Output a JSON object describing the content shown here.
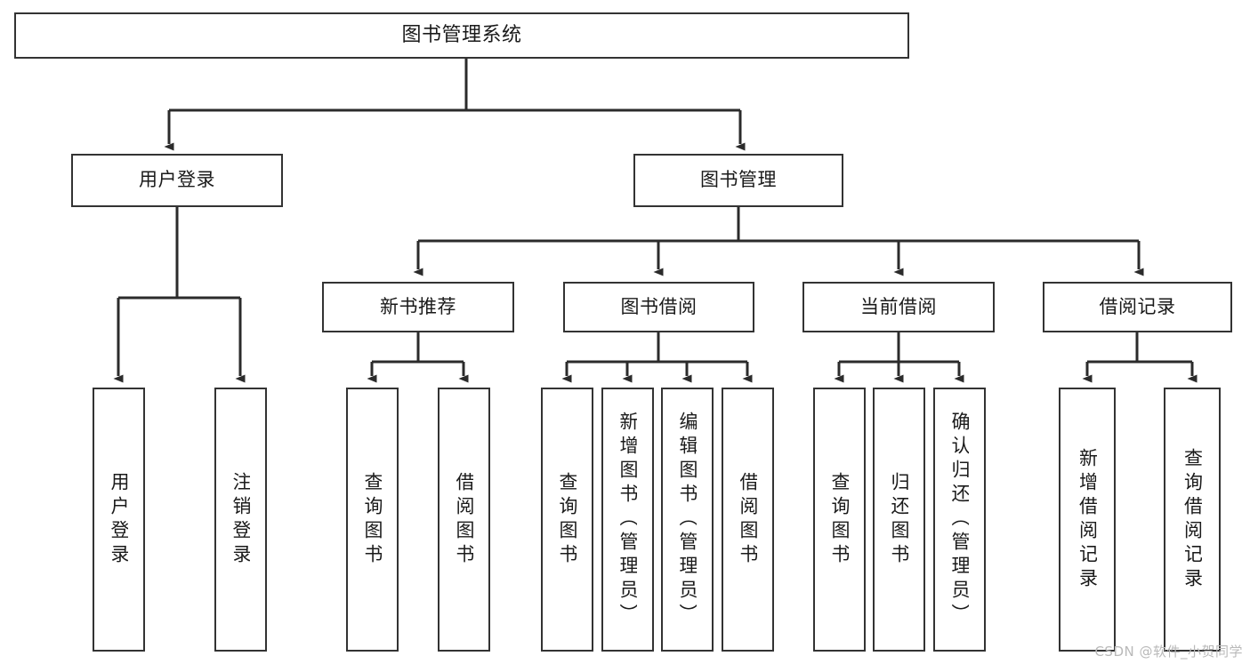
{
  "diagram": {
    "title": "图书管理系统",
    "type": "tree-hierarchy-chart",
    "colors": {
      "box_border": "#333333",
      "box_fill": "#ffffff",
      "edge": "#2b2b2b",
      "text": "#1a1a1a",
      "watermark": "#b9b9b9"
    },
    "watermark": "CSDN @软件_小贺同学",
    "root": {
      "label": "图书管理系统"
    },
    "level2": [
      {
        "id": "user-login",
        "label": "用户登录"
      },
      {
        "id": "book-management",
        "label": "图书管理"
      }
    ],
    "level3": [
      {
        "id": "new-book-recommend",
        "label": "新书推荐",
        "parent": "book-management"
      },
      {
        "id": "book-borrow",
        "label": "图书借阅",
        "parent": "book-management"
      },
      {
        "id": "current-borrow",
        "label": "当前借阅",
        "parent": "book-management"
      },
      {
        "id": "borrow-record",
        "label": "借阅记录",
        "parent": "book-management"
      }
    ],
    "leaves": {
      "user-login": [
        {
          "id": "leaf-user-login",
          "label": "用户登录"
        },
        {
          "id": "leaf-user-logout",
          "label": "注销登录"
        }
      ],
      "new-book-recommend": [
        {
          "id": "leaf-query-book-1",
          "label": "查询图书"
        },
        {
          "id": "leaf-borrow-book-1",
          "label": "借阅图书"
        }
      ],
      "book-borrow": [
        {
          "id": "leaf-query-book-2",
          "label": "查询图书"
        },
        {
          "id": "leaf-add-book",
          "label": "新增图书（管理员）"
        },
        {
          "id": "leaf-edit-book",
          "label": "编辑图书（管理员）"
        },
        {
          "id": "leaf-borrow-book-2",
          "label": "借阅图书"
        }
      ],
      "current-borrow": [
        {
          "id": "leaf-query-book-3",
          "label": "查询图书"
        },
        {
          "id": "leaf-return-book",
          "label": "归还图书"
        },
        {
          "id": "leaf-confirm-return",
          "label": "确认归还（管理员）"
        }
      ],
      "borrow-record": [
        {
          "id": "leaf-add-record",
          "label": "新增借阅记录"
        },
        {
          "id": "leaf-query-record",
          "label": "查询借阅记录"
        }
      ]
    }
  }
}
